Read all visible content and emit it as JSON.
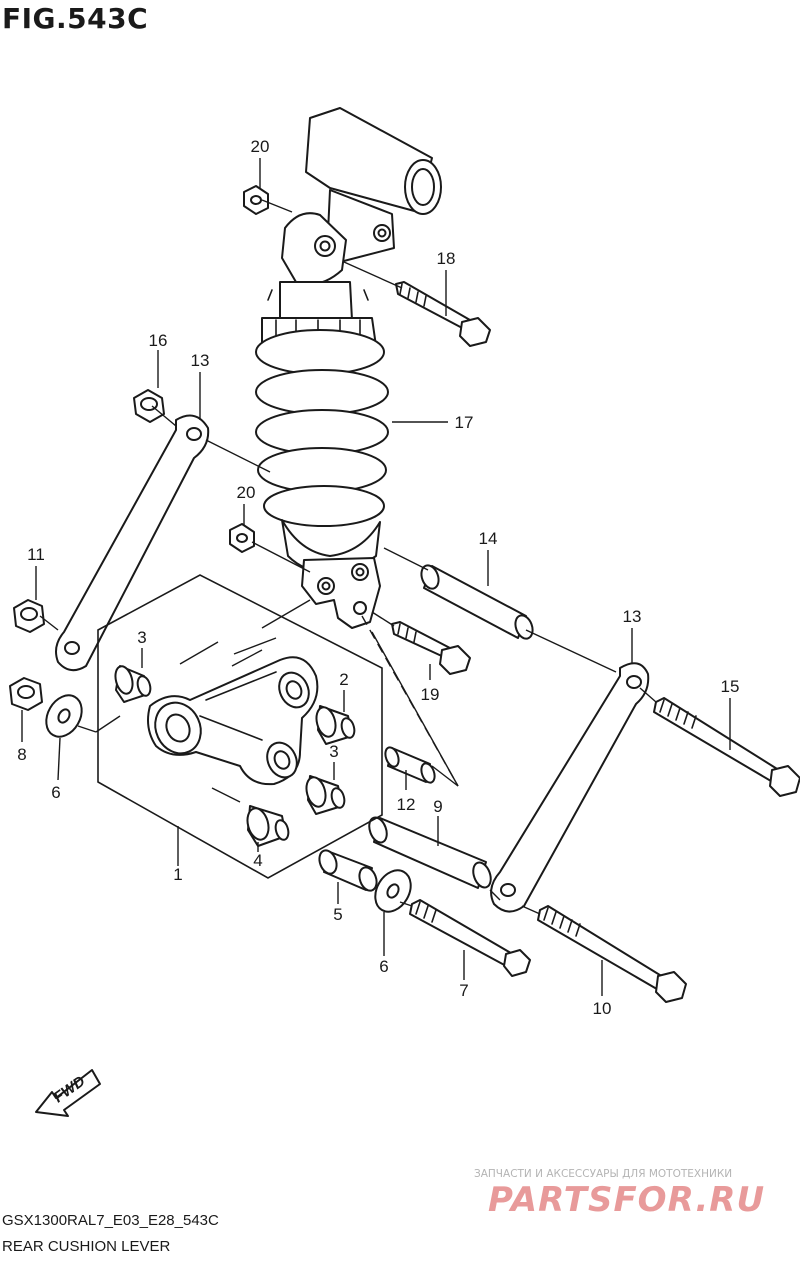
{
  "figure": {
    "title": "FIG.543C"
  },
  "footer": {
    "model_code": "GSX1300RAL7_E03_E28_543C",
    "diagram_name": "REAR CUSHION LEVER"
  },
  "watermark": {
    "tagline": "ЗАПЧАСТИ И АКСЕССУАРЫ ДЛЯ МОТОТЕХНИКИ",
    "logo": "PARTSFOR.RU"
  },
  "fwd_arrow": {
    "label": "FWD"
  },
  "callouts": [
    {
      "key": "1",
      "label": "1"
    },
    {
      "key": "2",
      "label": "2"
    },
    {
      "key": "3a",
      "label": "3"
    },
    {
      "key": "3b",
      "label": "3"
    },
    {
      "key": "4",
      "label": "4"
    },
    {
      "key": "5",
      "label": "5"
    },
    {
      "key": "6a",
      "label": "6"
    },
    {
      "key": "6b",
      "label": "6"
    },
    {
      "key": "7",
      "label": "7"
    },
    {
      "key": "8",
      "label": "8"
    },
    {
      "key": "9",
      "label": "9"
    },
    {
      "key": "10",
      "label": "10"
    },
    {
      "key": "11",
      "label": "11"
    },
    {
      "key": "12",
      "label": "12"
    },
    {
      "key": "13a",
      "label": "13"
    },
    {
      "key": "13b",
      "label": "13"
    },
    {
      "key": "14",
      "label": "14"
    },
    {
      "key": "15",
      "label": "15"
    },
    {
      "key": "16",
      "label": "16"
    },
    {
      "key": "17",
      "label": "17"
    },
    {
      "key": "18",
      "label": "18"
    },
    {
      "key": "19",
      "label": "19"
    },
    {
      "key": "20a",
      "label": "20"
    },
    {
      "key": "20b",
      "label": "20"
    }
  ]
}
